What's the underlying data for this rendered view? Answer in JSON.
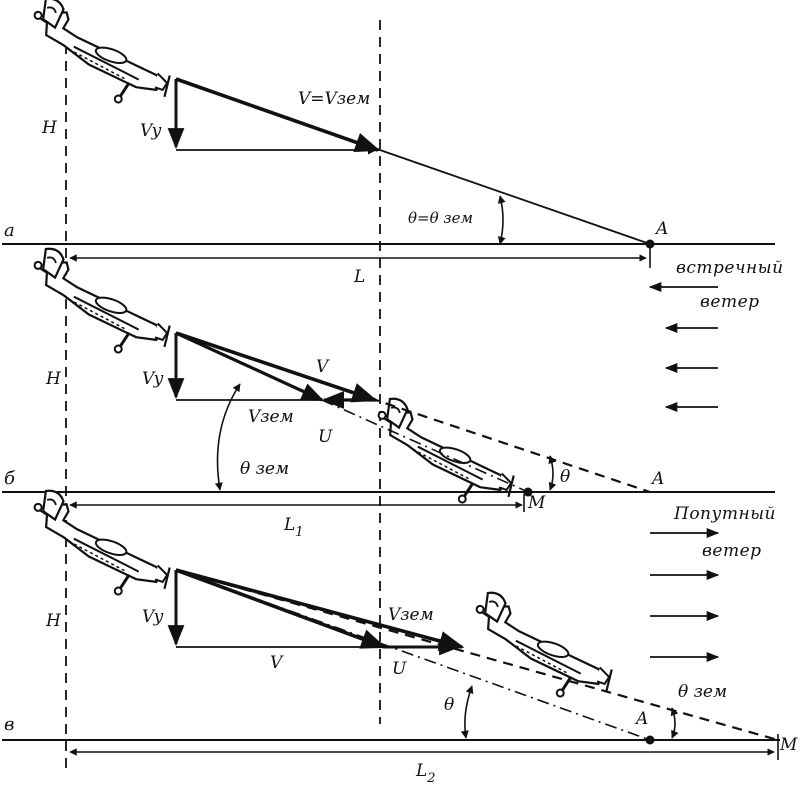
{
  "panels": [
    {
      "tag": "а",
      "H": "H",
      "Vy": "Vy",
      "V": "V=Vзем",
      "theta": "θ=θ зем",
      "A": "A",
      "L": "L",
      "wind": "встречный",
      "wind2": "ветер"
    },
    {
      "tag": "б",
      "H": "H",
      "Vy": "Vy",
      "V": "V",
      "Vzem": "Vзем",
      "U": "U",
      "theta_zem": "θ зем",
      "theta": "θ",
      "A": "A",
      "M": "M",
      "L": "L",
      "L_sub": "1",
      "wind": "Попутный",
      "wind2": "ветер"
    },
    {
      "tag": "в",
      "H": "H",
      "Vy": "Vy",
      "V": "V",
      "Vzem": "Vзем",
      "U": "U",
      "theta": "θ",
      "theta_zem": "θ зем",
      "A": "A",
      "M": "M",
      "L": "L",
      "L_sub": "2"
    }
  ],
  "colors": {
    "ink": "#111111",
    "background": "#ffffff"
  }
}
